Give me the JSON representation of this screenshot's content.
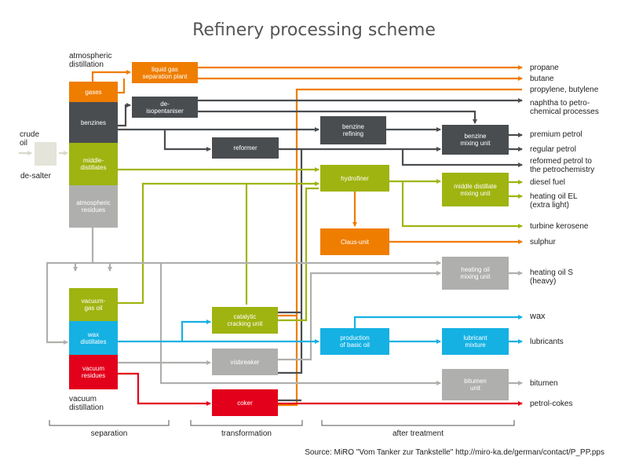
{
  "title": "Refinery processing scheme",
  "input": {
    "crude_oil": "crude\noil",
    "desalter": "de-salter"
  },
  "column_labels": {
    "atmospheric": "atmospheric\ndistillation",
    "vacuum": "vacuum\ndistillation"
  },
  "atmospheric_column": {
    "gases": "gases",
    "benzines": "benzines",
    "middle_distillates": "middle-\ndistillates",
    "atmospheric_residues": "atmospheric\nresidues"
  },
  "vacuum_column": {
    "vacuum_gas_oil": "vacuum-\ngas oil",
    "wax_distillates": "wax\ndistillates",
    "vacuum_residues": "vacuum\nresidues"
  },
  "units": {
    "liquid_gas": "liquid gas\nseparation plant",
    "deisopentaniser": "de-\nisopentaniser",
    "reformer": "reformer",
    "benzine_refining": "benzine\nrefining",
    "benzine_mixing": "benzine\nmixing unit",
    "hydrofiner": "hydrofiner",
    "middle_distillate_mixing": "middle distillate\nmixing unit",
    "claus": "Claus-unit",
    "heating_oil_mixing": "heating oil\nmixing unit",
    "catalytic_cracking": "catalytic\ncracking unit",
    "production_basic_oil": "production\nof basic oil",
    "lubricant_mixture": "lubricant\nmixture",
    "visbreaker": "visbreaker",
    "bitumen_unit": "bitumen\nunit",
    "coker": "coker"
  },
  "products": {
    "propane": "propane",
    "butane": "butane",
    "propylene": "propylene, butylene",
    "naphtha": "naphtha to petro-\nchemical processes",
    "premium_petrol": "premium petrol",
    "regular_petrol": "regular petrol",
    "reformed_petrol": "reformed petrol to\nthe petrochemistry",
    "diesel": "diesel fuel",
    "heating_oil_el": "heating oil EL\n(extra light)",
    "turbine_kerosene": "turbine kerosene",
    "sulphur": "sulphur",
    "heating_oil_s": "heating oil S\n(heavy)",
    "wax": "wax",
    "lubricants": "lubricants",
    "bitumen": "bitumen",
    "petrol_cokes": "petrol-cokes"
  },
  "sections": {
    "separation": "separation",
    "transformation": "transformation",
    "after_treatment": "after treatment"
  },
  "source": "Source: MiRO \"Vom Tanker zur Tankstelle\" http://miro-ka.de/german/contact/P_PP.pps",
  "colors": {
    "orange": "#ef7d00",
    "dark": "#4a4d50",
    "green": "#9fb410",
    "gray": "#afb0ad",
    "blue": "#15b1e3",
    "red": "#e3001b"
  }
}
